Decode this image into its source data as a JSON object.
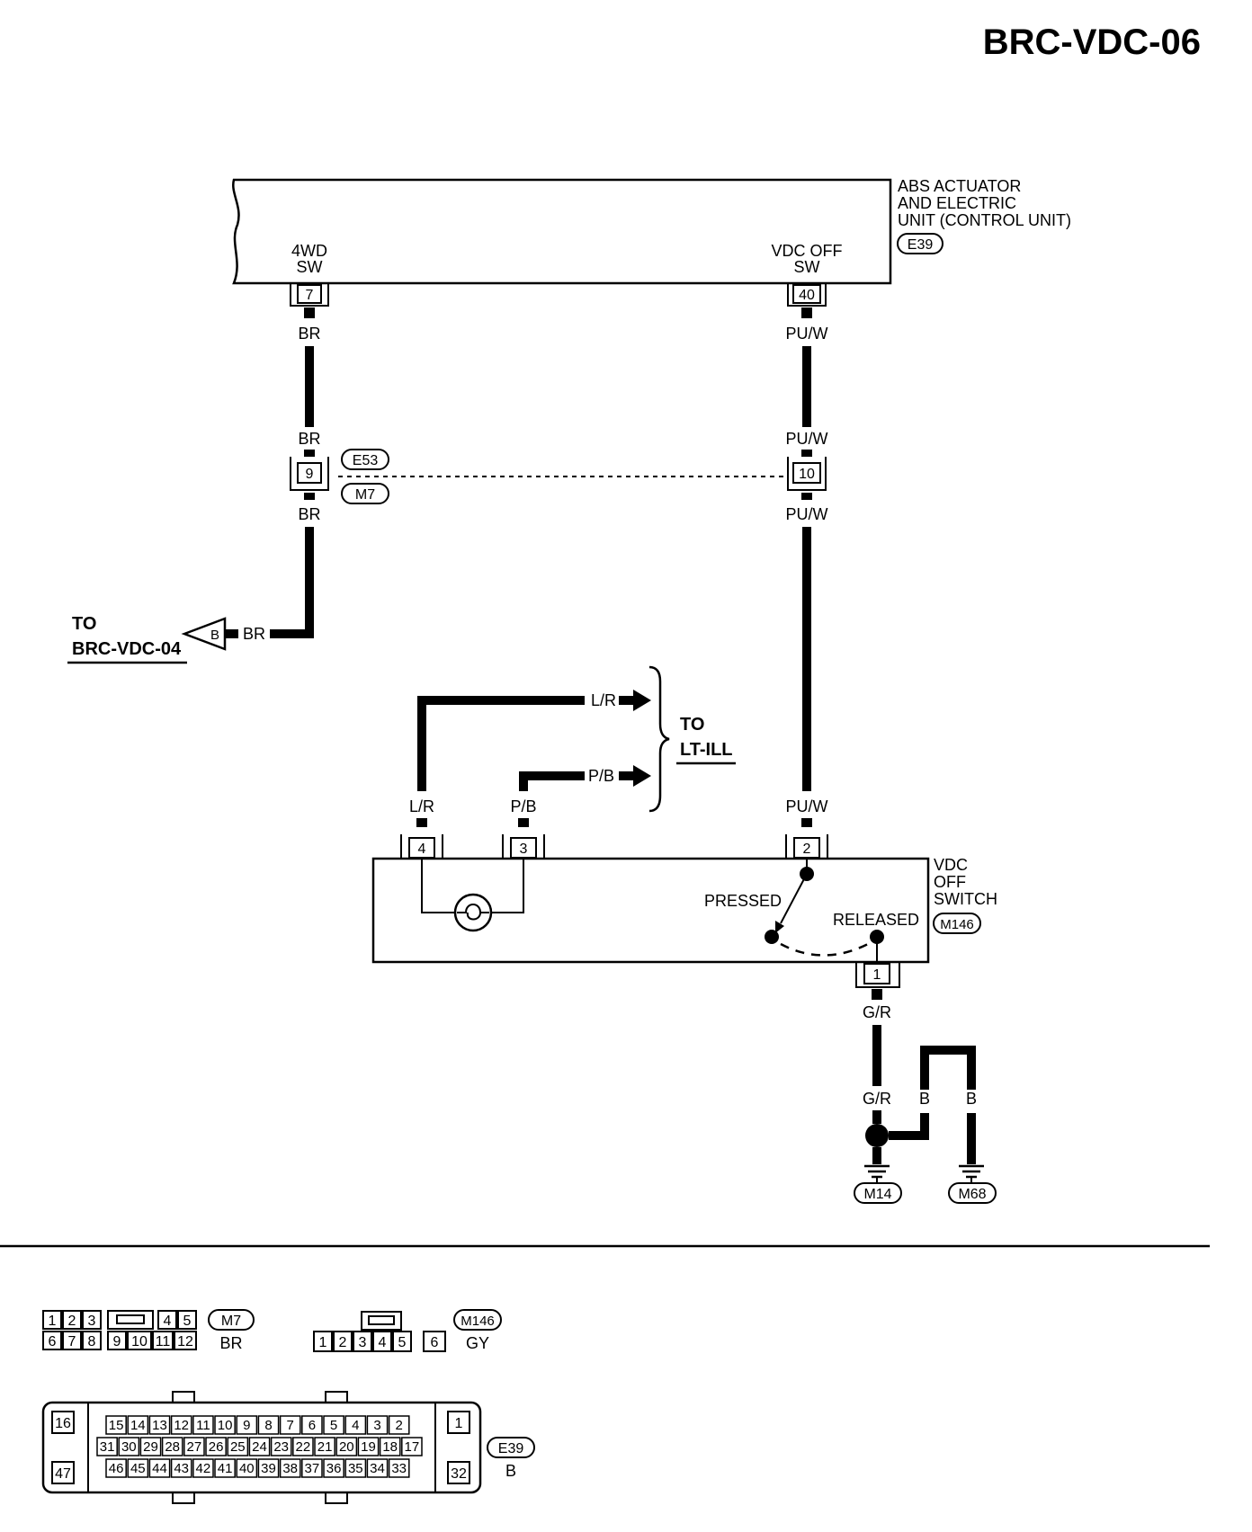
{
  "title": "BRC-VDC-06",
  "abs_unit": {
    "label_lines": [
      "ABS ACTUATOR",
      "AND ELECTRIC",
      "UNIT (CONTROL UNIT)"
    ],
    "connector": "E39",
    "term_left_name": [
      "4WD",
      "SW"
    ],
    "term_left_pin": "7",
    "term_right_name": [
      "VDC OFF",
      "SW"
    ],
    "term_right_pin": "40"
  },
  "wires": {
    "br": "BR",
    "pu_w": "PU/W",
    "l_r": "L/R",
    "p_b": "P/B",
    "g_r": "G/R",
    "b": "B"
  },
  "joint": {
    "connector_top": "E53",
    "connector_bottom": "M7",
    "pin_left": "9",
    "pin_right": "10"
  },
  "to_brc": {
    "line1": "TO",
    "line2": "BRC-VDC-04",
    "arrow_letter": "B"
  },
  "to_ltill": {
    "line1": "TO",
    "line2": "LT-ILL"
  },
  "vdc_switch": {
    "label_lines": [
      "VDC",
      "OFF",
      "SWITCH"
    ],
    "connector": "M146",
    "pin_4": "4",
    "pin_3": "3",
    "pin_2": "2",
    "pin_1": "1",
    "pressed": "PRESSED",
    "released": "RELEASED"
  },
  "grounds": {
    "g1": "M14",
    "g2": "M68"
  },
  "connectors_legend": {
    "m7": {
      "id": "M7",
      "color": "BR",
      "row1": [
        "1",
        "2",
        "3",
        "4",
        "5"
      ],
      "row2": [
        "6",
        "7",
        "8",
        "9",
        "10",
        "11",
        "12"
      ]
    },
    "m146": {
      "id": "M146",
      "color": "GY",
      "row": [
        "1",
        "2",
        "3",
        "4",
        "5",
        "6"
      ]
    },
    "e39": {
      "id": "E39",
      "color": "B",
      "left_top": "16",
      "left_bottom": "47",
      "right_top": "1",
      "right_bottom": "32",
      "row1": [
        "15",
        "14",
        "13",
        "12",
        "11",
        "10",
        "9",
        "8",
        "7",
        "6",
        "5",
        "4",
        "3",
        "2"
      ],
      "row2": [
        "31",
        "30",
        "29",
        "28",
        "27",
        "26",
        "25",
        "24",
        "23",
        "22",
        "21",
        "20",
        "19",
        "18",
        "17"
      ],
      "row3": [
        "46",
        "45",
        "44",
        "43",
        "42",
        "41",
        "40",
        "39",
        "38",
        "37",
        "36",
        "35",
        "34",
        "33"
      ]
    }
  }
}
